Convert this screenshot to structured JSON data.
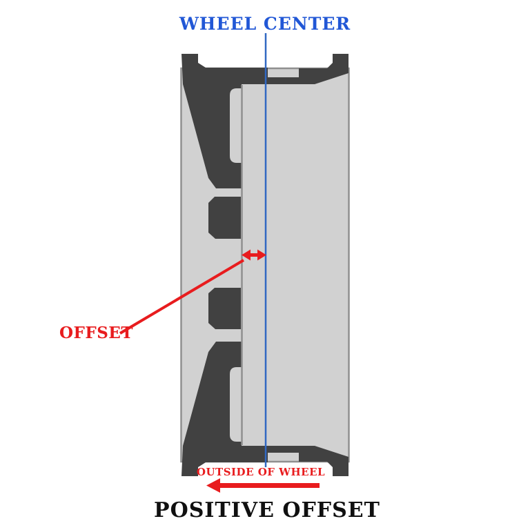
{
  "diagram": {
    "wheel_center_label": "WHEEL CENTER",
    "offset_label": "OFFSET",
    "outside_of_wheel_label": "OUTSIDE OF WHEEL",
    "title": "POSITIVE OFFSET"
  },
  "colors": {
    "background": "#ffffff",
    "wheel_dark": "#414141",
    "wheel_light": "#d1d1d1",
    "wheel_outline": "#8f8f8f",
    "center_line": "#3168c2",
    "label_blue": "#2157d6",
    "annotation_red": "#e81c1e",
    "title_text": "#101010"
  }
}
